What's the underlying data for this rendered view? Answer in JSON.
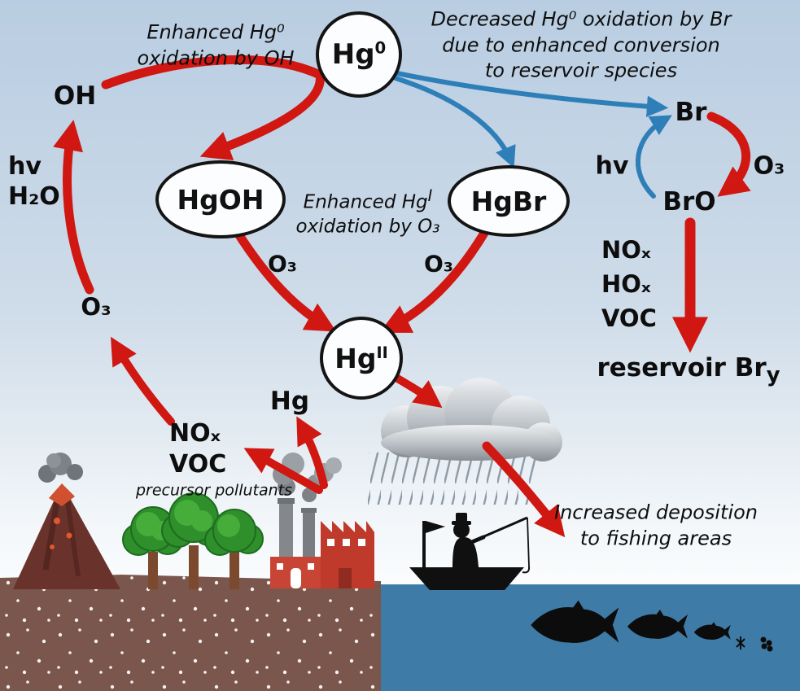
{
  "figure": {
    "title_hint": "Mercury and bromine atmospheric chemistry schematic",
    "colors": {
      "arrow_red": "#d01712",
      "arrow_blue": "#2e7fb8",
      "ground_brown": "#7a564d",
      "ocean_blue": "#3e7ba6",
      "tree_green": "#2e8f2b",
      "factory_red": "#bf3a2a"
    },
    "annotations": {
      "enhanced_oh_1": "Enhanced Hg⁰",
      "enhanced_oh_2": "oxidation by OH",
      "decreased_br_1": "Decreased Hg⁰ oxidation by Br",
      "decreased_br_2": "due to enhanced conversion",
      "decreased_br_3": "to reservoir species",
      "enhanced_o3_pre": "Enhanced Hg",
      "enhanced_o3_sup": "I",
      "enhanced_o3_2": "oxidation by O₃",
      "precursor": "precursor pollutants",
      "increased_dep_1": "Increased deposition",
      "increased_dep_2": "to fishing areas"
    },
    "nodes": {
      "hg0_base": "Hg",
      "hg0_sup": "0",
      "hgoh": "HgOH",
      "hgbr": "HgBr",
      "hg2_base": "Hg",
      "hg2_sup": "II"
    },
    "labels": {
      "oh": "OH",
      "hv": "hv",
      "h2o": "H₂O",
      "o3": "O₃",
      "br": "Br",
      "bro": "BrO",
      "nox": "NOₓ",
      "hox": "HOₓ",
      "voc": "VOC",
      "reservoir_base": "reservoir Br",
      "reservoir_sub": "y",
      "hg_emission": "Hg"
    }
  }
}
